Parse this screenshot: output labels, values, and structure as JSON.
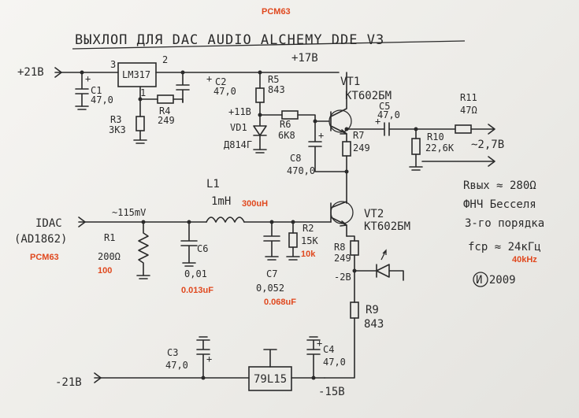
{
  "title": "ВЫХЛОП ДЛЯ DAC AUDIO ALCHEMY DDE V3",
  "annotations_red": {
    "top": "PCM63",
    "source": "PCM63",
    "l1": "300uH",
    "r1": "100",
    "r2": "10k",
    "c6": "0.013uF",
    "c7": "0.068uF",
    "fcp": "40kHz"
  },
  "rails": {
    "in_pos": "+21В",
    "v17": "+17В",
    "v11": "+11В",
    "m2": "-2В",
    "in_neg": "-21В",
    "m15": "-15В"
  },
  "ics": {
    "reg_pos": "LM317",
    "reg_pos_pin1": "1",
    "reg_pos_pin2": "2",
    "reg_pos_pin3": "3",
    "reg_neg": "79L15"
  },
  "components": {
    "c1": "C1",
    "c1_val": "47,0",
    "c2": "C2",
    "c2_val": "47,0",
    "c3": "C3",
    "c3_val": "47,0",
    "c4": "C4",
    "c4_val": "47,0",
    "c5": "C5",
    "c5_val": "47,0",
    "c6": "C6",
    "c6_val": "0,01",
    "c7": "C7",
    "c7_val": "0,052",
    "c8": "C8",
    "c8_val": "470,0",
    "r1": "R1",
    "r1_val": "200Ω",
    "r2": "R2",
    "r2_val": "15К",
    "r3": "R3",
    "r3_val": "3К3",
    "r4": "R4",
    "r4_val": "249",
    "r5": "R5",
    "r5_val": "843",
    "r6": "R6",
    "r6_val": "6К8",
    "r7": "R7",
    "r7_val": "249",
    "r8": "R8",
    "r8_val": "249",
    "r9": "R9",
    "r9_val": "843",
    "r10": "R10",
    "r10_val": "22,6К",
    "r11": "R11",
    "r11_val": "47Ω",
    "l1": "L1",
    "l1_val": "1mH",
    "vd1": "VD1",
    "vd1_val": "Д814Г",
    "vt1": "VT1",
    "vt1_val": "КТ602БМ",
    "vt2": "VT2",
    "vt2_val": "КТ602БМ"
  },
  "io": {
    "input_label": "IDAC",
    "input_chip": "(AD1862)",
    "input_level": "~115mV",
    "output_level": "~2,7В"
  },
  "notes": {
    "rout": "Rвых ≈ 280Ω",
    "filter1": "ФНЧ Бесселя",
    "filter2": "3-го порядка",
    "fcp": "fср ≈ 24кГц",
    "sig": "И 2009"
  }
}
